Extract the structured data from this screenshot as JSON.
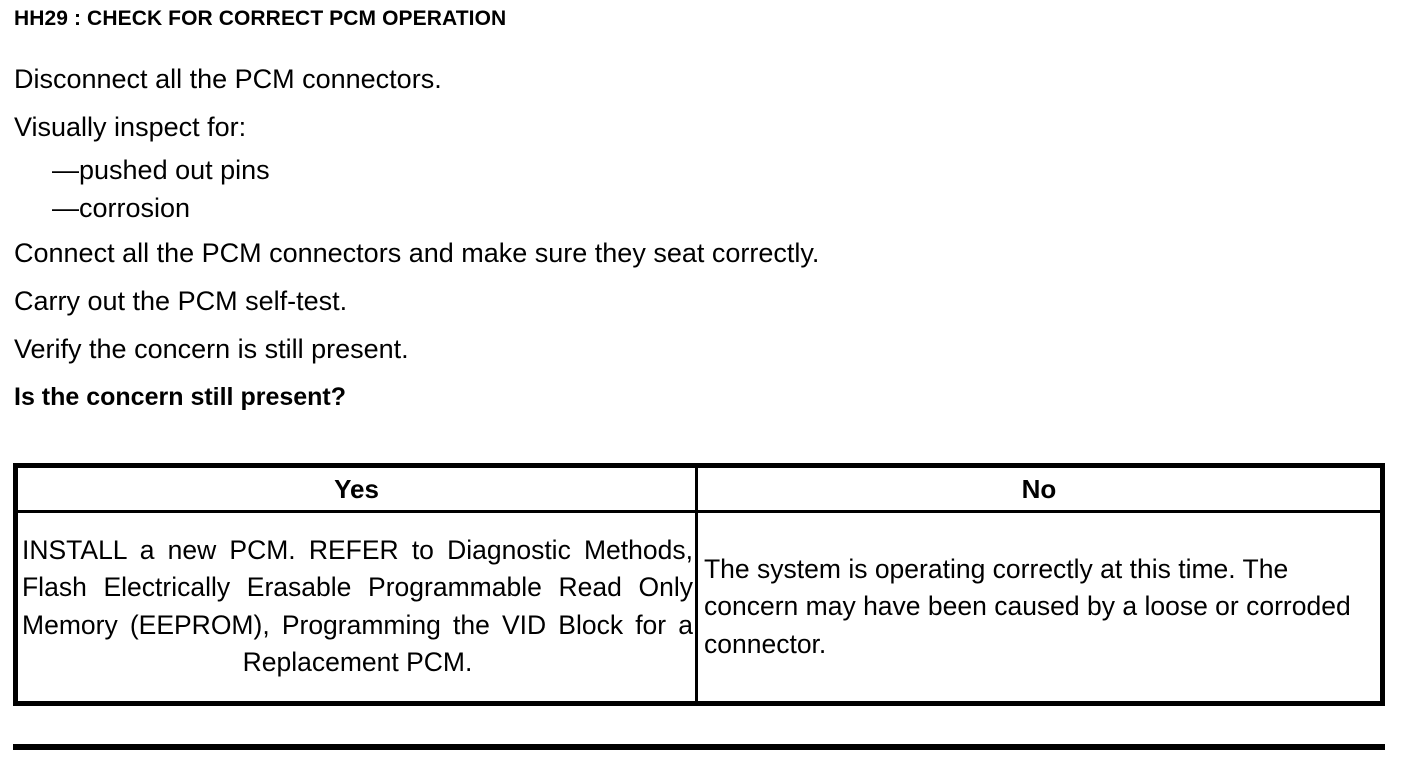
{
  "document": {
    "step_title": "HH29 : CHECK FOR CORRECT PCM OPERATION"
  },
  "instructions": {
    "lines": [
      "Disconnect all the PCM connectors.",
      "Visually inspect for:"
    ],
    "bullets": [
      "—pushed out pins",
      "—corrosion"
    ],
    "lines_after": [
      "Connect all the PCM connectors and make sure they seat correctly.",
      "Carry out the PCM self-test.",
      "Verify the concern is still present."
    ],
    "question": "Is the concern still present?"
  },
  "decision_table": {
    "headers": {
      "yes": "Yes",
      "no": "No"
    },
    "cells": {
      "yes": "INSTALL a new PCM. REFER to Diagnostic Methods, Flash Electrically Erasable Programmable Read Only Memory (EEPROM), Programming the VID Block for a Replacement PCM.",
      "no": "The system is operating correctly at this time. The concern may have been caused by a loose or corroded connector."
    }
  },
  "colors": {
    "text": "#000000",
    "background": "#ffffff",
    "rule": "#000000"
  }
}
